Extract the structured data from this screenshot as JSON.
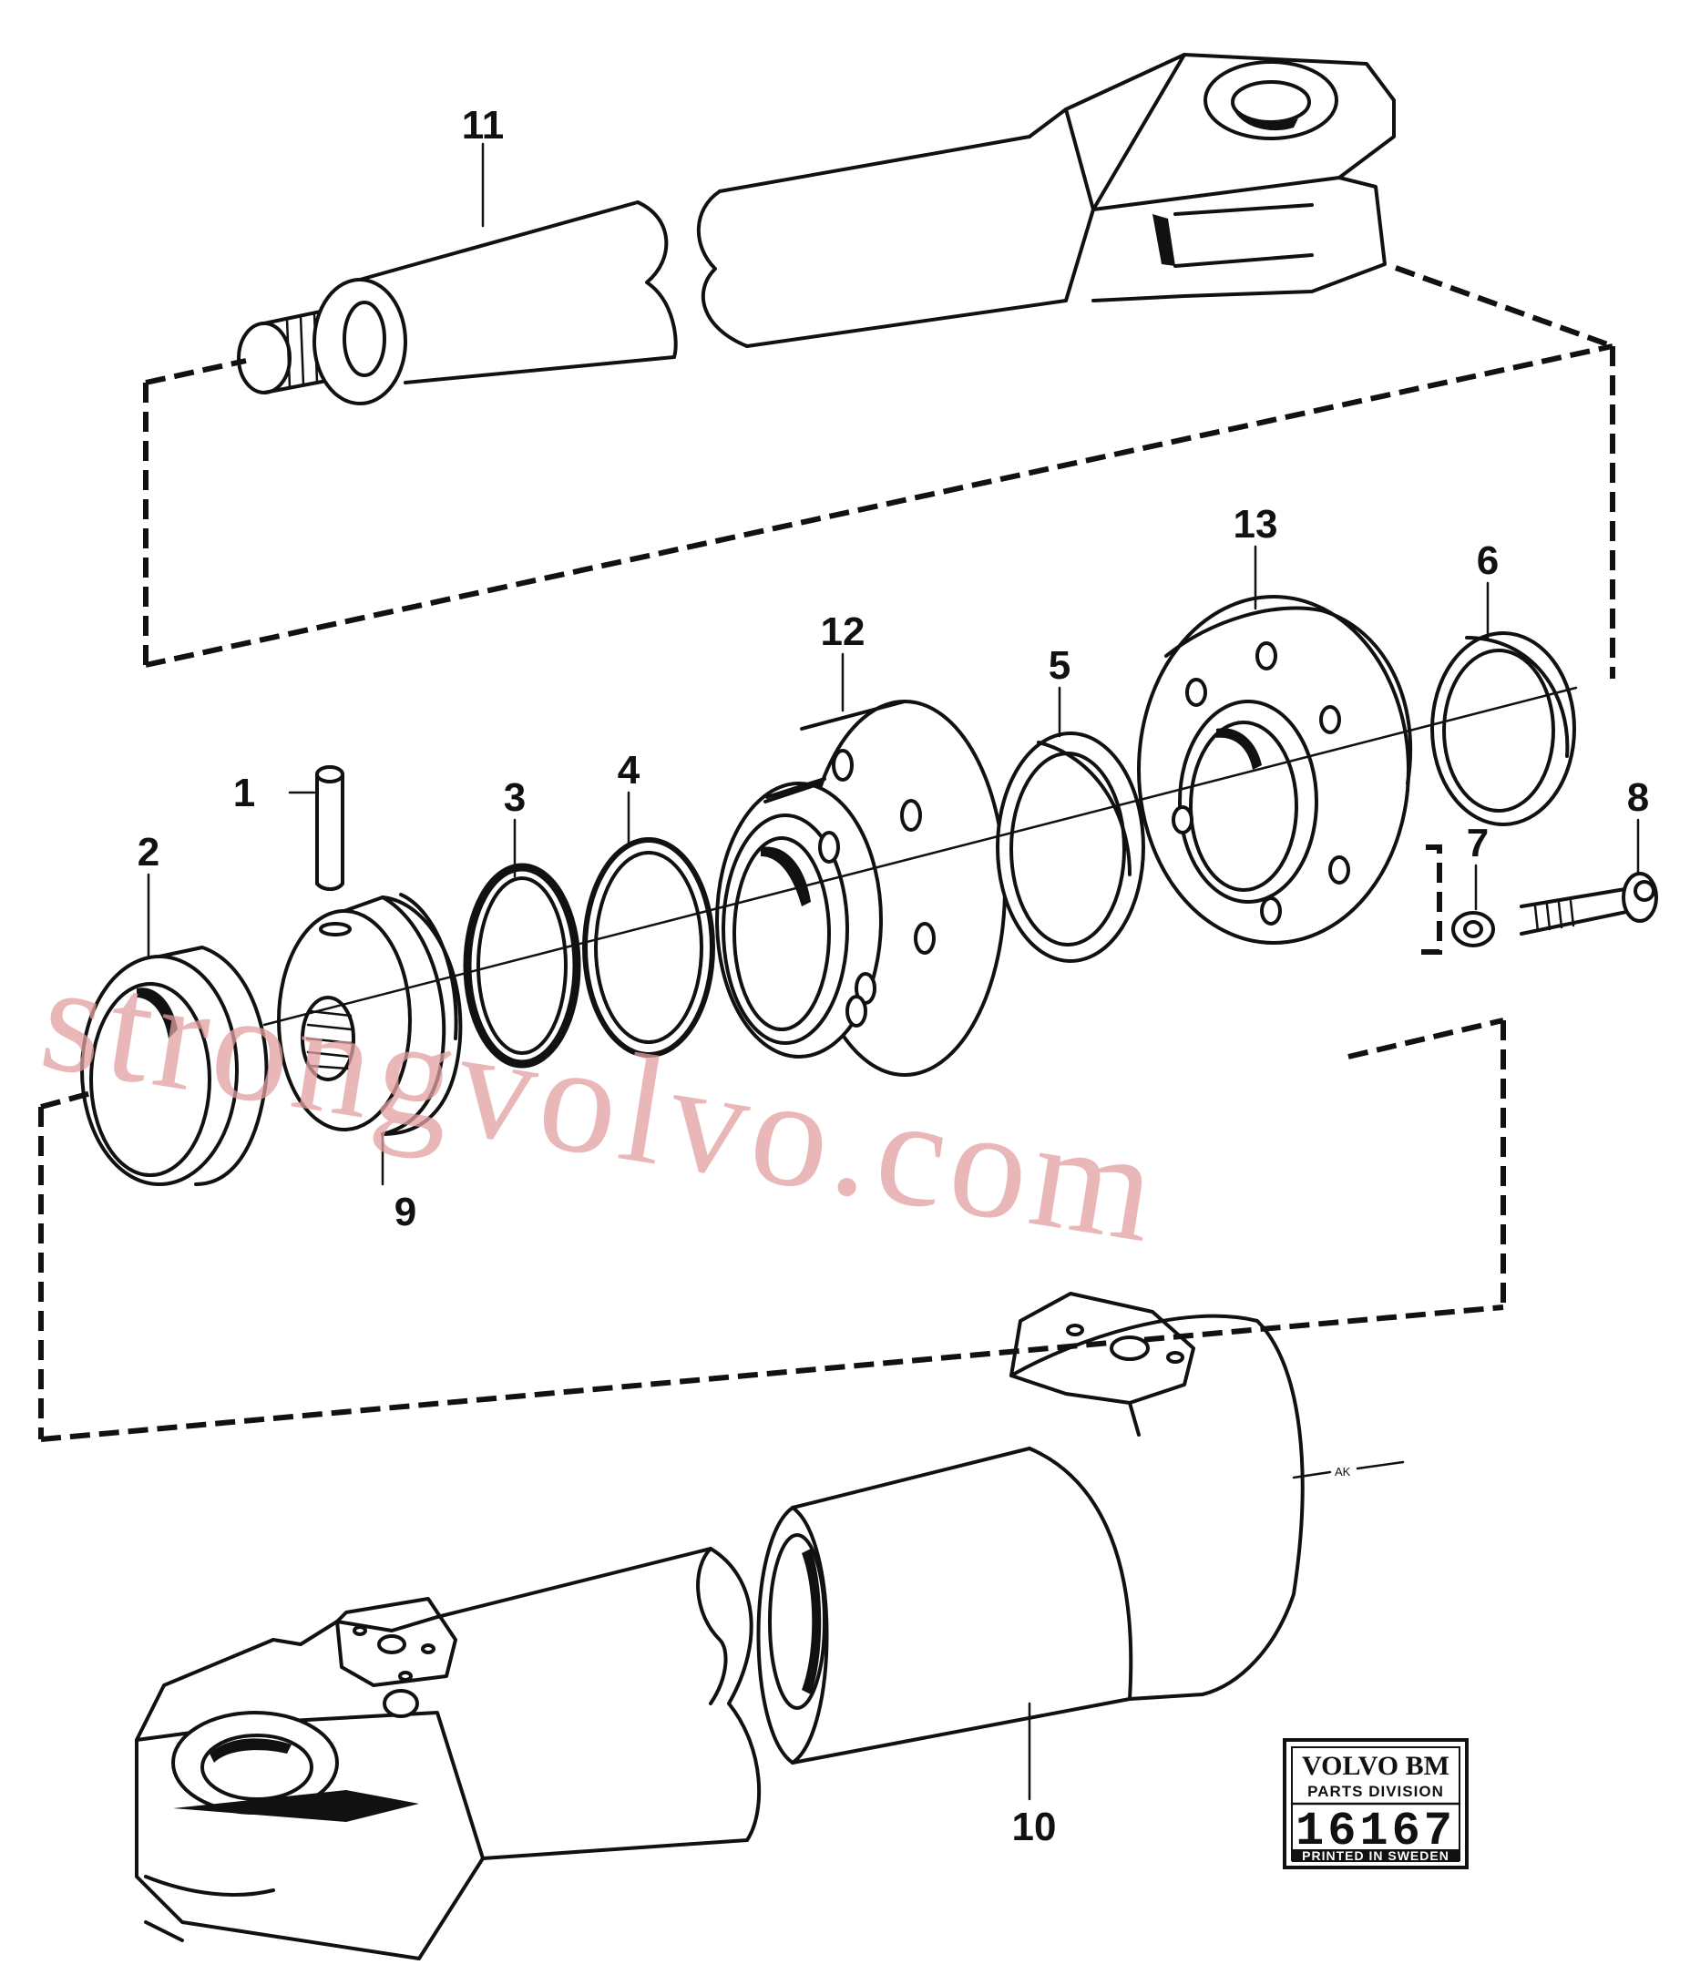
{
  "callouts": {
    "c1": "1",
    "c2": "2",
    "c3": "3",
    "c4": "4",
    "c5": "5",
    "c6": "6",
    "c7": "7",
    "c8": "8",
    "c9": "9",
    "c10": "10",
    "c11": "11",
    "c12": "12",
    "c13": "13"
  },
  "small_mark": "AK",
  "watermark": "strongvolvo.com",
  "stamp": {
    "brand": "VOLVO BM",
    "division": "PARTS DIVISION",
    "number": "16167",
    "footer": "PRINTED IN SWEDEN"
  }
}
